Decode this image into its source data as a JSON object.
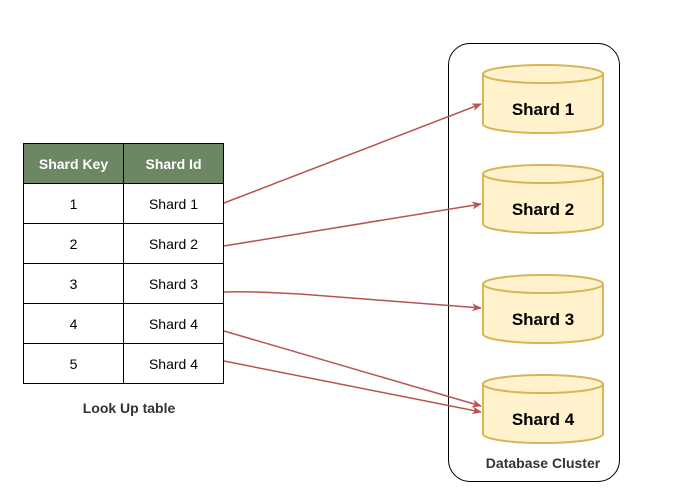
{
  "lookup_table": {
    "headers": [
      "Shard Key",
      "Shard Id"
    ],
    "rows": [
      [
        "1",
        "Shard 1"
      ],
      [
        "2",
        "Shard 2"
      ],
      [
        "3",
        "Shard 3"
      ],
      [
        "4",
        "Shard 4"
      ],
      [
        "5",
        "Shard 4"
      ]
    ],
    "caption": "Look Up table"
  },
  "cluster": {
    "label": "Database Cluster",
    "shards": [
      "Shard 1",
      "Shard 2",
      "Shard 3",
      "Shard 4"
    ]
  },
  "colors": {
    "header_fill": "#6d8764",
    "cylinder_fill": "#fff2cc",
    "cylinder_stroke": "#d6b656",
    "arrow": "#b85450"
  }
}
